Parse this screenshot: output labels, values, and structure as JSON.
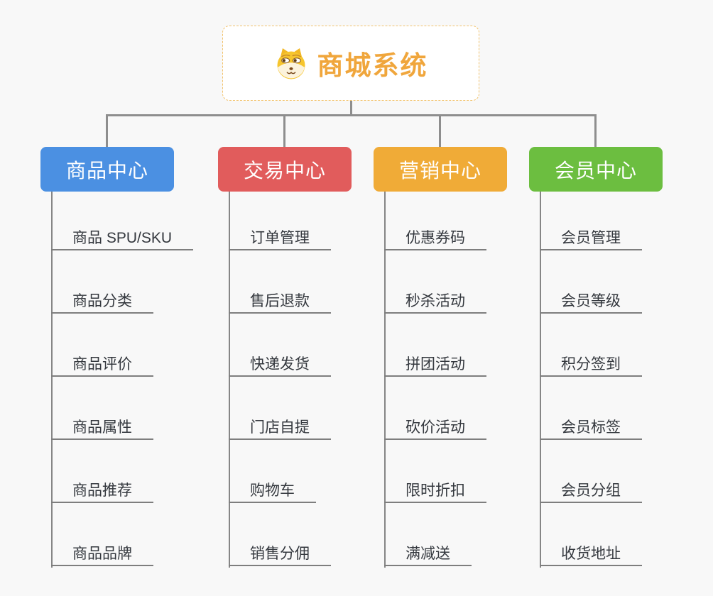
{
  "canvas": {
    "background": "#f8f8f8",
    "connector_color": "#8e8e8e",
    "leaf_underline_color": "#7e7e7e",
    "leaf_text_color": "#34383e"
  },
  "root": {
    "title": "商城系统",
    "icon": "dog-face-icon",
    "title_color": "#f0a63c",
    "border_color": "#f2c26b",
    "background": "#ffffff"
  },
  "branches": [
    {
      "label": "商品中心",
      "color": "#4b90e2",
      "items": [
        "商品 SPU/SKU",
        "商品分类",
        "商品评价",
        "商品属性",
        "商品推荐",
        "商品品牌"
      ]
    },
    {
      "label": "交易中心",
      "color": "#e15c5c",
      "items": [
        "订单管理",
        "售后退款",
        "快递发货",
        "门店自提",
        "购物车",
        "销售分佣"
      ]
    },
    {
      "label": "营销中心",
      "color": "#f0ab37",
      "items": [
        "优惠券码",
        "秒杀活动",
        "拼团活动",
        "砍价活动",
        "限时折扣",
        "满减送"
      ]
    },
    {
      "label": "会员中心",
      "color": "#6cbe40",
      "items": [
        "会员管理",
        "会员等级",
        "积分签到",
        "会员标签",
        "会员分组",
        "收货地址"
      ]
    }
  ]
}
